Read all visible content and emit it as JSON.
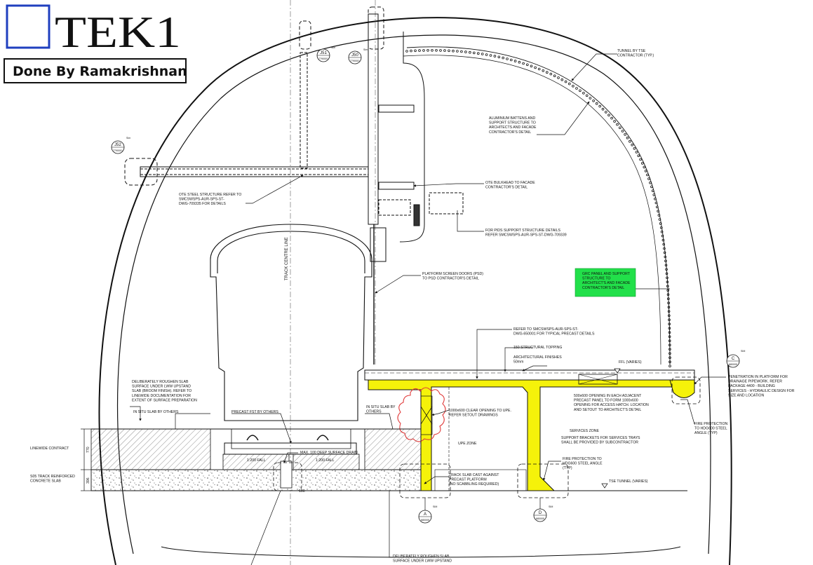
{
  "branding": {
    "logo_text": "TEK1",
    "credit": "Done By Ramakrishnan",
    "logo_square_color": "#1f3fbf"
  },
  "colors": {
    "structure_yellow": "#f5f20a",
    "note_green": "#22e04a",
    "line": "#111111",
    "revision_cloud": "#e03a3a"
  },
  "section_tags": {
    "j50": {
      "id": "J50",
      "ref": "7790001",
      "sim": "Sim"
    },
    "j51": {
      "id": "J51",
      "ref": "7790001",
      "sim": "Sim"
    },
    "j52": {
      "id": "J52",
      "ref": "7790001",
      "sim": "Sim"
    },
    "a": {
      "id": "A",
      "ref": "680005",
      "sim": "SIM"
    },
    "c": {
      "id": "C",
      "ref": "680005",
      "sim": "SIM"
    },
    "d": {
      "id": "D",
      "ref": "680005",
      "sim": "SIM"
    }
  },
  "annotations": {
    "tunnel_by_tse": [
      "TUNNEL BY TSE",
      "CONTRACTOR (TYP.)"
    ],
    "aluminium_battens": [
      "ALUMINIUM BATTENS AND",
      "SUPPORT STRUCTURE TO",
      "ARCHITECTS AND FACADE",
      "CONTRACTOR'S DETAIL"
    ],
    "ote_steel": [
      "OTE STEEL STRUCTURE REFER TO",
      "SMCSWSPS-AUR-SPS-ST-",
      "DWG-709335 FOR DETAILS"
    ],
    "ote_bulkhead": [
      "OTE BULKHEAD TO FACADE",
      "CONTRACTOR'S DETAIL"
    ],
    "pids_support": [
      "FOR PIDS SUPPORT STRUCTURE DETAILS",
      "REFER SMCSWSPS-AUR-SPS-ST-DWG-709339"
    ],
    "track_centre": "TRACK CENTRE LINE",
    "psd": [
      "PLATFORM SCREEN DOORS (PSD)",
      "TO PSD CONTRACTOR'S DETAIL"
    ],
    "grc_panel": [
      "GRC PANEL AND SUPPORT",
      "STRUCTURE TO",
      "ARCHITECT'S AND FACADE",
      "CONTRACTOR'S DETAIL"
    ],
    "precast_ref": [
      "REFER TO SMCSWSPS-AUR-SPS-ST-",
      "DWG-650001 FOR TYPICAL PRECAST DETAILS"
    ],
    "topping": "150 STRUCTURAL TOPPING",
    "finishes": [
      "ARCHITECTURAL FINISHES",
      "50mm"
    ],
    "ffl": "FFL (VARIES)",
    "penetration": [
      "PENETRATION IN PLATFORM FOR",
      "DRAINAGE PIPEWORK. REFER",
      "PACKAGE 4400 - BUILDING",
      "SERVICES - HYDRAULIC DESIGN FOR",
      "SIZE AND LOCATION"
    ],
    "roughen_top": [
      "DELIBERATELY ROUGHEN SLAB",
      "SURFACE UNDER LWW UPSTAND",
      "SLAB (BROOM FINISH). REFER TO",
      "LINEWIDE DOCUMENTATION FOR",
      "EXTENT OF SURFACE PREPARATION"
    ],
    "insitu_left": "IN SITU SLAB BY OTHERS",
    "precast_fst": "PRECAST FST BY OTHERS",
    "insitu_right": [
      "IN SITU SLAB BY",
      "OTHERS"
    ],
    "opening_upe": [
      "1000x600 CLEAR OPENING TO UPE.",
      "REFER SETOUT DRAWINGS"
    ],
    "opening_panel": [
      "500x600 OPENING IN EACH ADJACENT",
      "PRECAST PANEL TO FORM 1000x600",
      "OPENING FOR ACCESS HATCH. LOCATION",
      "AND SETOUT TO ARCHITECT'S DETAIL"
    ],
    "fire_protection_right": [
      "FIRE PROTECTION",
      "TO HDG600 STEEL",
      "ANGLE (TYP)"
    ],
    "services_zone": "SERVICES ZONE",
    "support_brackets": [
      "SUPPORT BRACKETS FOR SERVICES TRAYS",
      "SHALL BE PROVIDED BY SUBCONTRACTOR"
    ],
    "upe_zone": "UPE ZONE",
    "linewide": "LINEWIDE CONTRACT",
    "track_slab": [
      "S05 TRACK REINFORCED",
      "CONCRETE SLAB"
    ],
    "drain": "MAX. 100 DEEP SURFACE DRAIN",
    "fall_left": "1:200 FALL",
    "fall_right": "1:200 FALL",
    "fire_protection_mid": [
      "FIRE PROTECTION TO",
      "HDG600 STEEL ANGLE",
      "(TYP)"
    ],
    "track_slab_cast": [
      "TRACK SLAB CAST AGAINST",
      "PRECAST PLATFORM",
      "(NO SCABBLING REQUIRED)"
    ],
    "tse_tunnel": "TSE TUNNEL (VARIES)",
    "roughen_bottom": [
      "DELIBERATELY ROUGHEN SLAB",
      "SURFACE UNDER LWW UPSTAND"
    ],
    "dims": {
      "d770": "770",
      "d396": "396",
      "d100": "100"
    }
  }
}
